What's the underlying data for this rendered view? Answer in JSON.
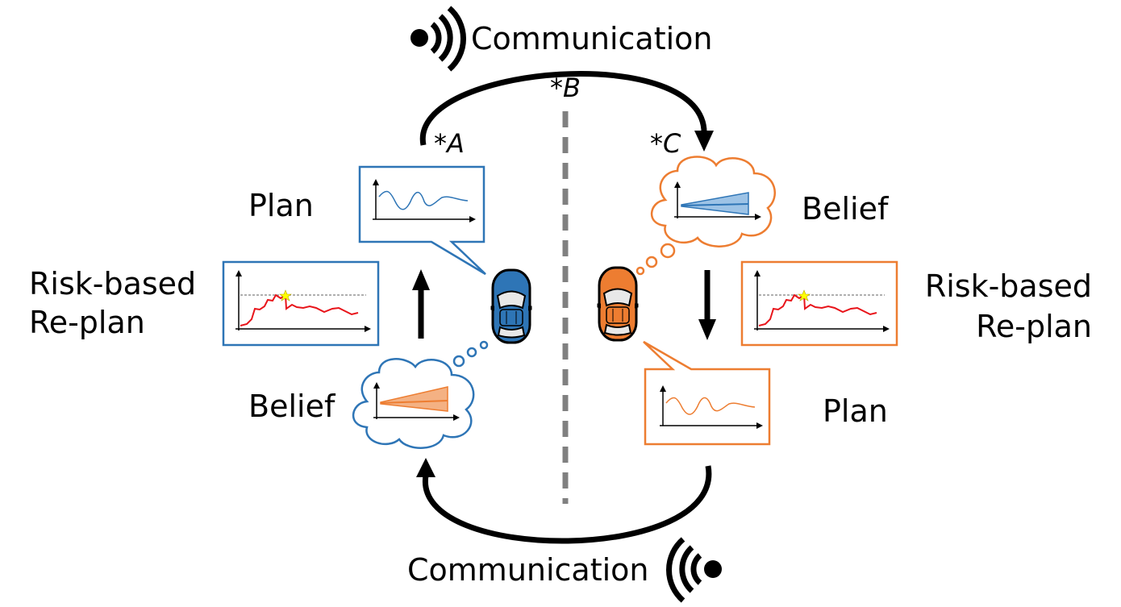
{
  "colors": {
    "vehicle_left": "#2e75b6",
    "vehicle_right": "#ed7d31",
    "risk_curve": "#e8141a",
    "threshold": "#7f7f7f",
    "risk_star": "#ffff00",
    "center_line": "#808080",
    "arrows": "#000000"
  },
  "labels": {
    "communication_top": "Communication",
    "communication_bottom": "Communication",
    "plan_left": "Plan",
    "plan_right": "Plan",
    "belief_left": "Belief",
    "belief_right": "Belief",
    "replan_left_line1": "Risk-based",
    "replan_left_line2": "Re-plan",
    "replan_right_line1": "Risk-based",
    "replan_right_line2": "Re-plan"
  },
  "markers": {
    "a": {
      "star": "*",
      "letter": "A"
    },
    "b": {
      "star": "*",
      "letter": "B"
    },
    "c": {
      "star": "*",
      "letter": "C"
    }
  },
  "icons": {
    "wireless_top": "wireless-signal-icon",
    "wireless_bottom": "wireless-signal-icon",
    "car_left": "car-top-view-icon",
    "car_right": "car-top-view-icon"
  }
}
